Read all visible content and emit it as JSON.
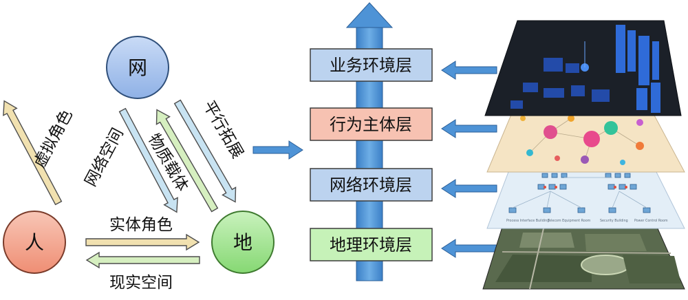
{
  "nodes": {
    "net": "网",
    "human": "人",
    "earth": "地"
  },
  "edge_labels": {
    "virtual_role": "虚拟角色",
    "network_space": "网络空间",
    "physical_carrier": "物质载体",
    "parallel_expand": "平行拓展",
    "entity_role": "实体角色",
    "real_space": "现实空间"
  },
  "layers": [
    {
      "label": "业务环境层",
      "fill": "#bcd3ef"
    },
    {
      "label": "行为主体层",
      "fill": "#f7c2b2"
    },
    {
      "label": "网络环境层",
      "fill": "#bcd3ef"
    },
    {
      "label": "地理环境层",
      "fill": "#c6f2b8"
    }
  ],
  "colors": {
    "net_circle": "#a9c4ee",
    "human_circle": "#f3a58f",
    "earth_circle": "#a9e79a",
    "arrow_blue": "#4e93d6",
    "arrow_light": "#c8e3f2",
    "arrow_tan": "#f1e1b0",
    "arrow_green": "#d6efc0"
  },
  "panel_labels": [
    "Process Interface Building",
    "Telecom Equipment Room",
    "Security Building",
    "Power Control Room"
  ]
}
